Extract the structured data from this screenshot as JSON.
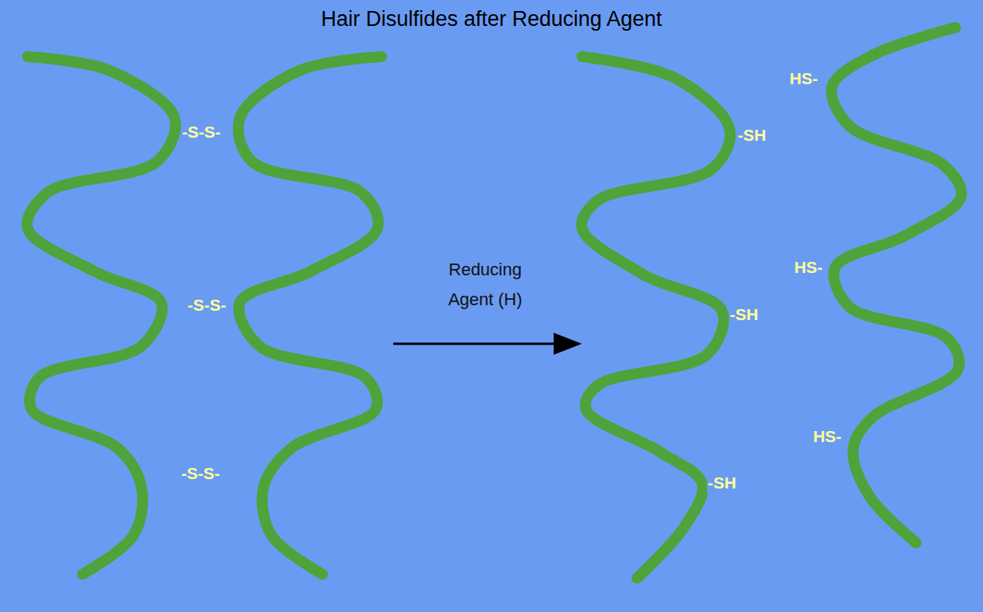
{
  "diagram": {
    "title": "Hair Disulfides after Reducing Agent",
    "labels": [
      "-S-S-",
      "-S-S-",
      "-S-S-",
      "-SH",
      "-SH",
      "-SH",
      "HS-",
      "HS-",
      "HS-",
      "Reducing Agent (H)"
    ]
  }
}
